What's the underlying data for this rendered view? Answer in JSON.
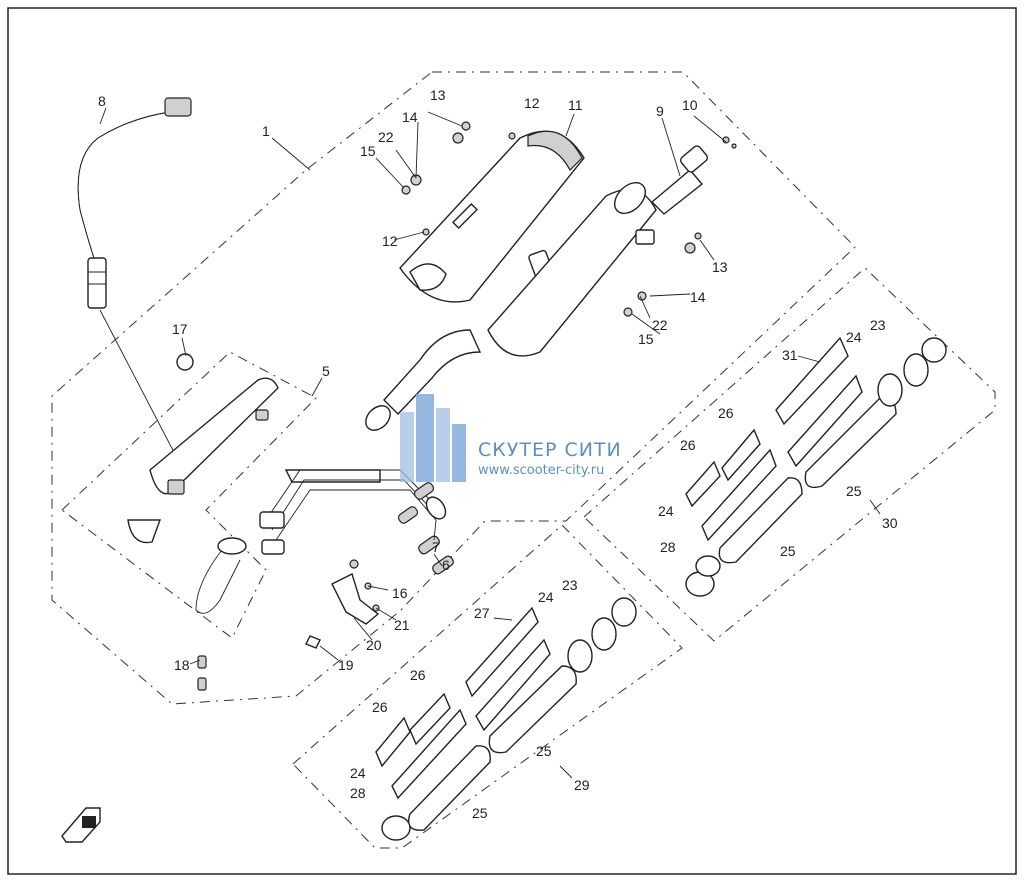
{
  "watermark": {
    "title": "СКУТЕР СИТИ",
    "url": "www.scooter-city.ru"
  },
  "callouts": {
    "c1": "1",
    "c5": "5",
    "c6": "6",
    "c7": "7",
    "c8": "8",
    "c9": "9",
    "c10": "10",
    "c11": "11",
    "c12a": "12",
    "c12b": "12",
    "c13a": "13",
    "c13b": "13",
    "c14a": "14",
    "c14b": "14",
    "c15a": "15",
    "c15b": "15",
    "c16": "16",
    "c17": "17",
    "c18": "18",
    "c19": "19",
    "c20": "20",
    "c21": "21",
    "c22a": "22",
    "c22b": "22",
    "c23a": "23",
    "c23b": "23",
    "c24a": "24",
    "c24b": "24",
    "c24c": "24",
    "c24d": "24",
    "c25a": "25",
    "c25b": "25",
    "c25c": "25",
    "c25d": "25",
    "c26a": "26",
    "c26b": "26",
    "c26c": "26",
    "c26d": "26",
    "c27": "27",
    "c28a": "28",
    "c28b": "28",
    "c29": "29",
    "c30": "30",
    "c31": "31"
  },
  "colors": {
    "watermark": "#5b8fc8",
    "line": "#222222"
  }
}
